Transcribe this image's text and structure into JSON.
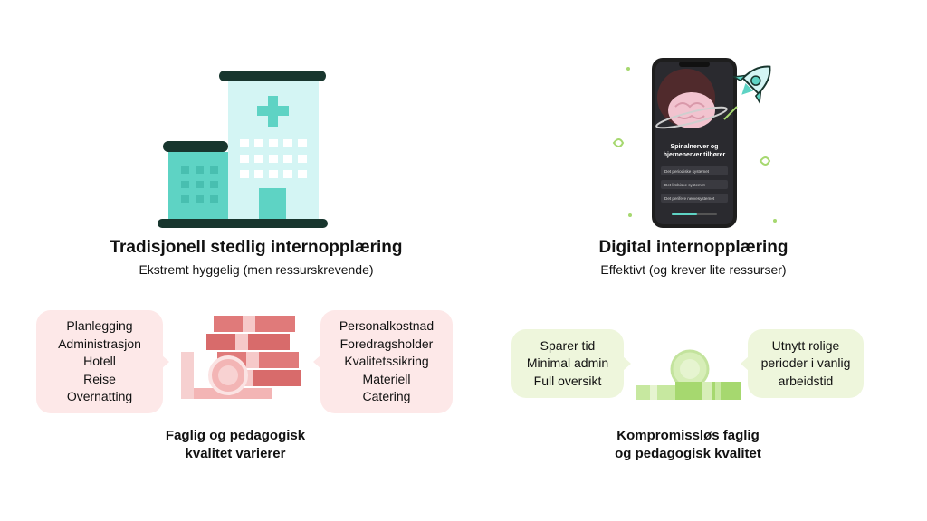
{
  "left": {
    "title": "Tradisjonell stedlig internopplæring",
    "subtitle": "Ekstremt hyggelig (men ressurskrevende)",
    "bubble_left": [
      "Planlegging",
      "Administrasjon",
      "Hotell",
      "Reise",
      "Overnatting"
    ],
    "bubble_right": [
      "Personalkostnad",
      "Foredragsholder",
      "Kvalitetssikring",
      "Materiell",
      "Catering"
    ],
    "caption": [
      "Faglig og pedagogisk",
      "kvalitet varierer"
    ]
  },
  "right": {
    "title": "Digital internopplæring",
    "subtitle": "Effektivt (og krever lite ressurser)",
    "bubble_left": [
      "Sparer tid",
      "Minimal admin",
      "Full oversikt"
    ],
    "bubble_right": [
      "Utnytt rolige",
      "perioder i vanlig",
      "arbeidstid"
    ],
    "caption": [
      "Kompromissløs faglig",
      "og pedagogisk kvalitet"
    ]
  },
  "phone": {
    "heading": [
      "Spinalnerver og",
      "hjernenerver tilhører"
    ],
    "options": [
      "Det periodiske systemet",
      "Det limbiske systemet",
      "Det perifere nervesystemet"
    ]
  },
  "icons": {
    "left_illustration": "hospital-building-icon",
    "left_money": "money-stack-icon",
    "right_illustration": "smartphone-rocket-icon",
    "right_money": "green-coin-icon"
  },
  "colors": {
    "teal": "#5ed3c4",
    "dark": "#18362e",
    "pink_bubble": "#fde8e8",
    "green_bubble": "#eef6dc",
    "money_red": "#e07a7a",
    "money_green": "#a6d86f"
  }
}
